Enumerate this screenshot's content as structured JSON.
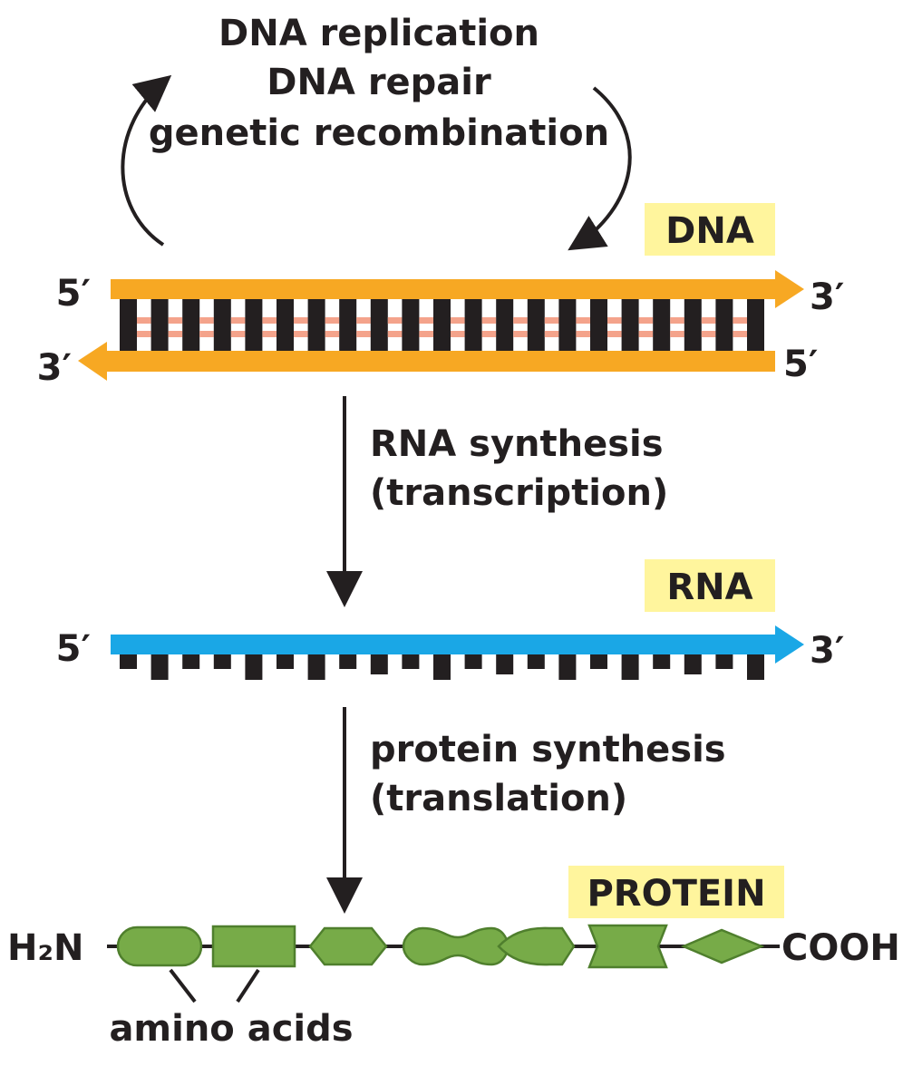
{
  "top_processes": {
    "line1": "DNA replication",
    "line2": "DNA repair",
    "line3": "genetic recombination"
  },
  "dna": {
    "label": "DNA",
    "top_left": "5′",
    "top_right": "3′",
    "bottom_left": "3′",
    "bottom_right": "5′",
    "base_pair_count": 21
  },
  "transcription": {
    "line1": "RNA synthesis",
    "line2": "(transcription)"
  },
  "rna": {
    "label": "RNA",
    "left": "5′",
    "right": "3′",
    "base_count": 21
  },
  "translation": {
    "line1": "protein synthesis",
    "line2": "(translation)"
  },
  "protein": {
    "label": "PROTEIN",
    "n_terminus": "H₂N",
    "c_terminus": "COOH",
    "amino_acids_label": "amino acids",
    "residue_shapes": [
      "pill",
      "rectangle",
      "hexagon",
      "dumbbell",
      "oval-point",
      "bowtie",
      "diamond"
    ]
  },
  "colors": {
    "dna_strand": "#f7a823",
    "base_pair_link": "#f4a38b",
    "rna_strand": "#1aa7e6",
    "label_highlight": "#fff59d",
    "amino_acid_fill": "#77ab48",
    "amino_acid_stroke": "#4f7f2d",
    "ink": "#231f20"
  }
}
